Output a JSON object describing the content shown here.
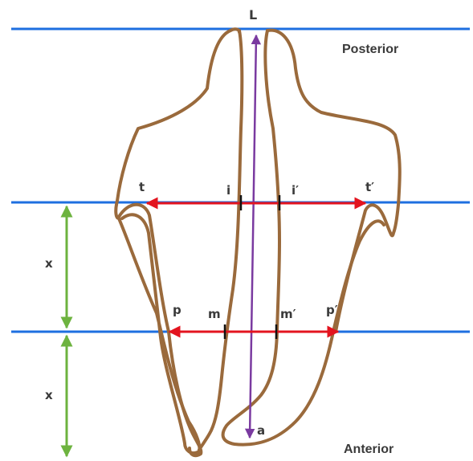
{
  "labels": {
    "top_point": "L",
    "bottom_point": "a",
    "posterior": "Posterior",
    "anterior": "Anterior",
    "t": "t",
    "t_prime": "t′",
    "i": "i",
    "i_prime": "i′",
    "p": "p",
    "p_prime": "p′",
    "m": "m",
    "m_prime": "m′",
    "x_upper": "x",
    "x_lower": "x"
  },
  "colors": {
    "reference_lines": "#1e6fe0",
    "outline": "#9a6a3c",
    "width_arrows": "#e3141f",
    "length_arrow": "#7a3aa0",
    "spacing_arrows": "#6db33f",
    "tick_marks": "#111111"
  }
}
